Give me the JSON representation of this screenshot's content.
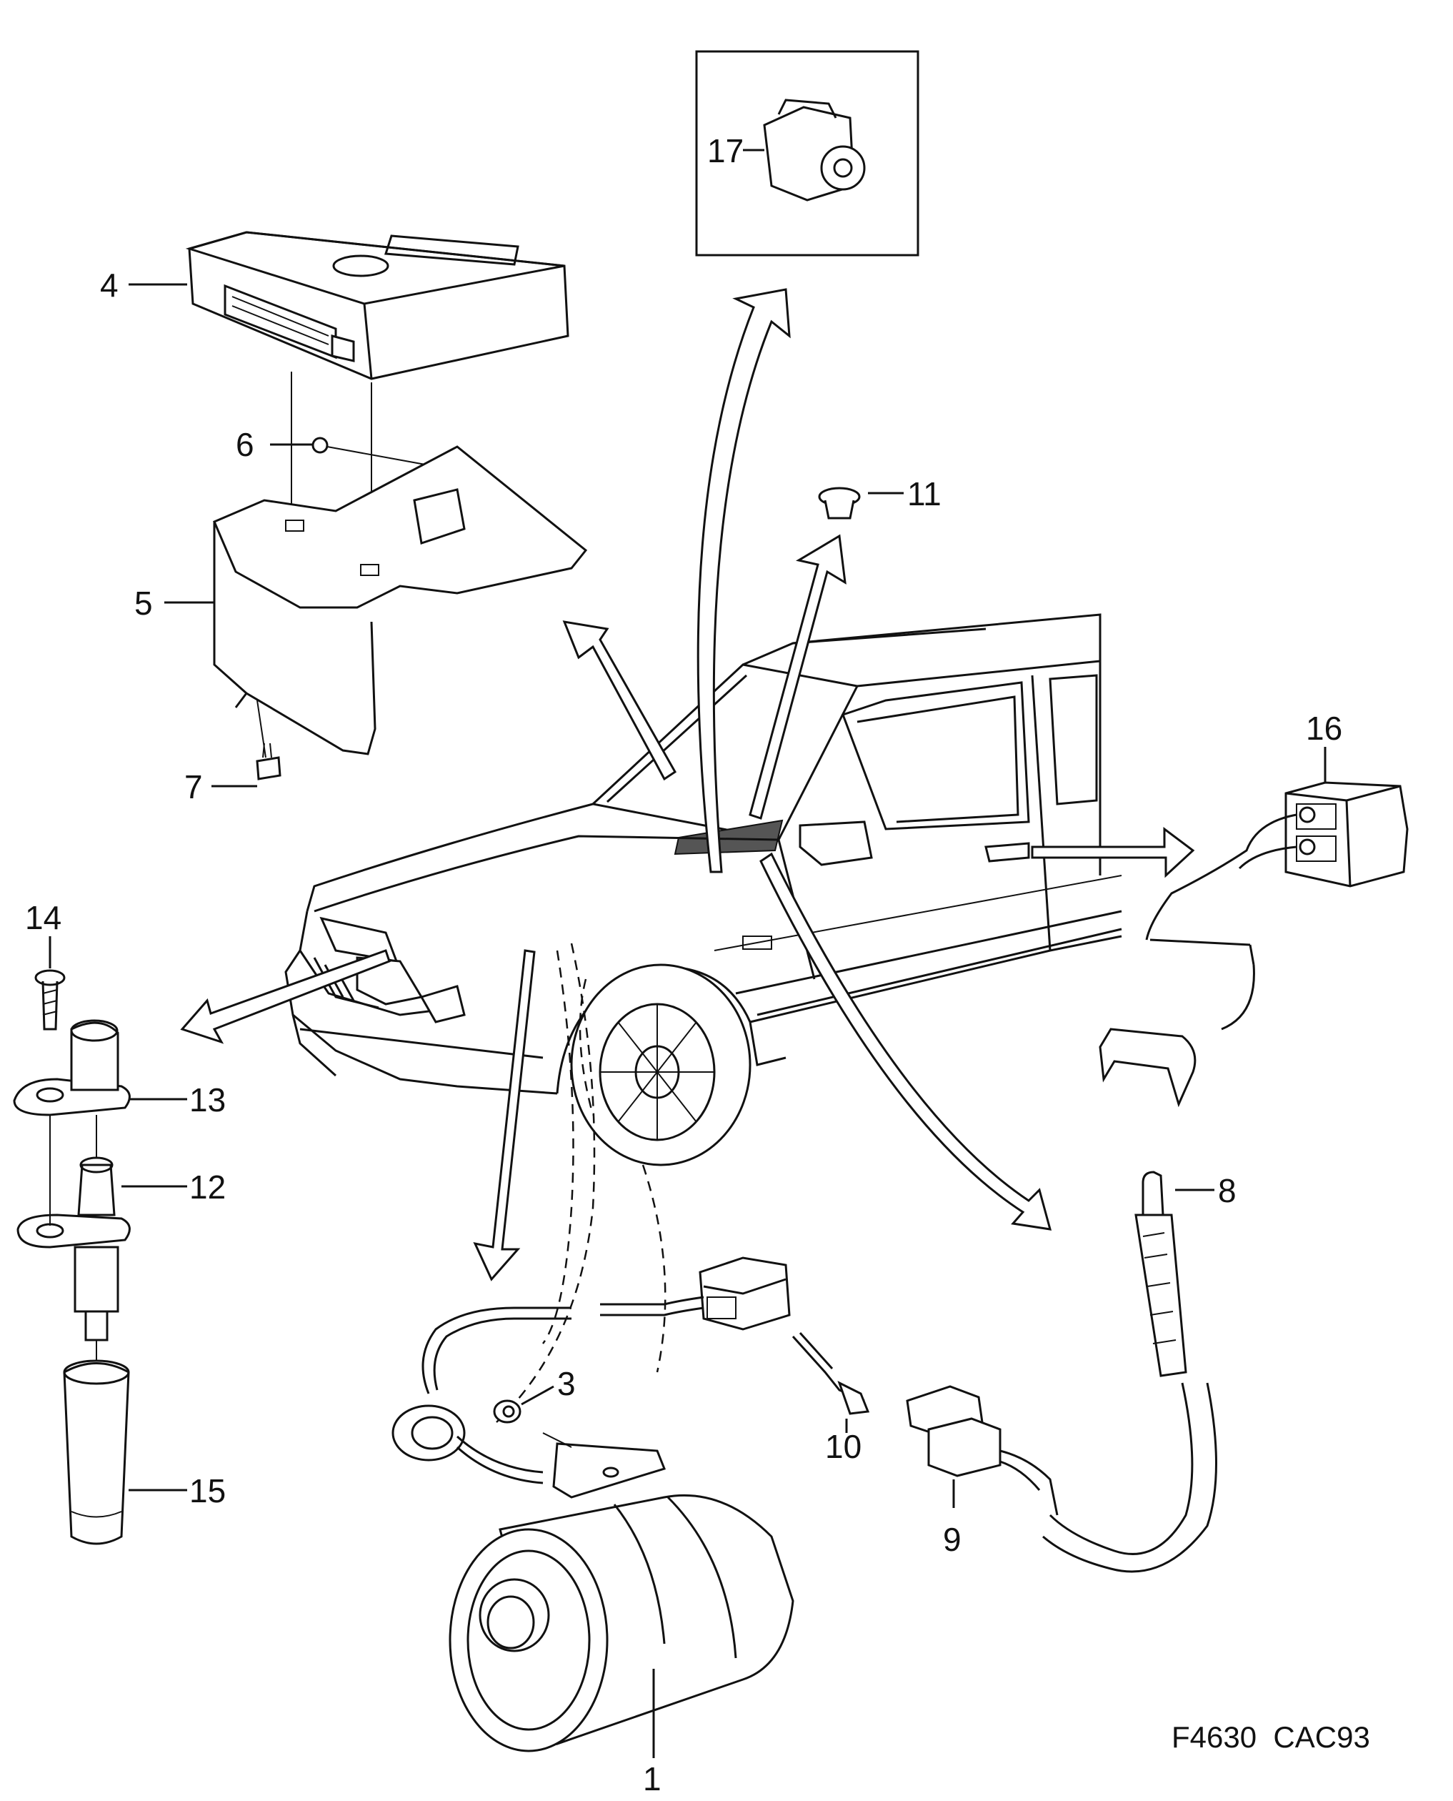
{
  "callouts": {
    "c1": "1",
    "c3": "3",
    "c4": "4",
    "c5": "5",
    "c6": "6",
    "c7": "7",
    "c8": "8",
    "c9": "9",
    "c10": "10",
    "c11": "11",
    "c12": "12",
    "c13": "13",
    "c14": "14",
    "c15": "15",
    "c16": "16",
    "c17": "17"
  },
  "reference_code": "F4630  CAC93"
}
